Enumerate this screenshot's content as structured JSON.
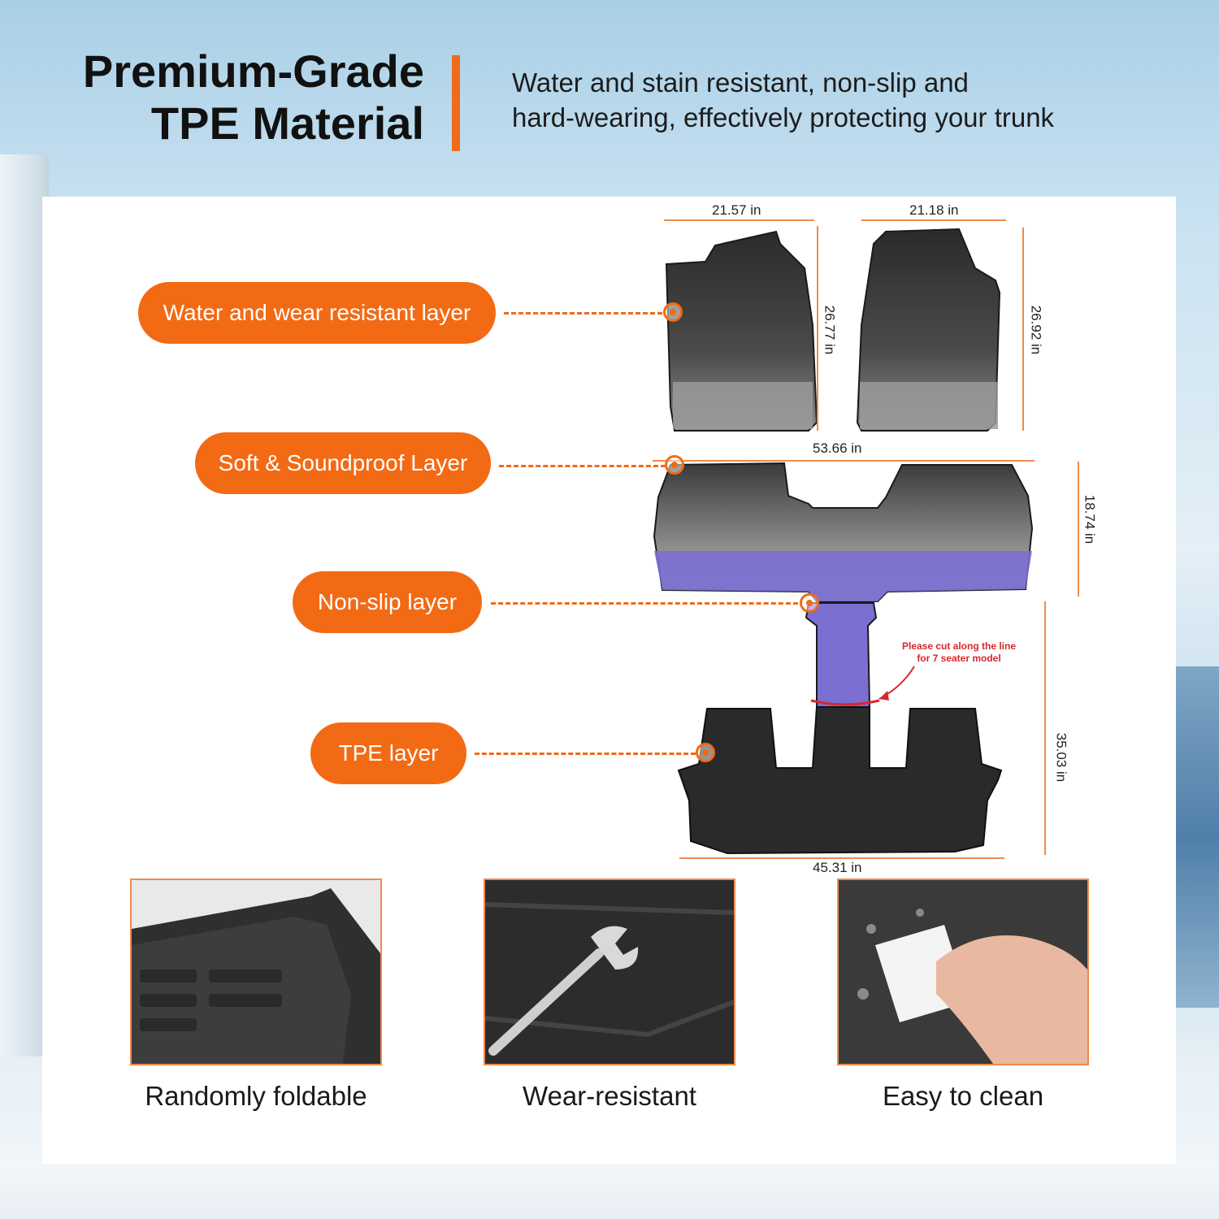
{
  "header": {
    "title_line1": "Premium-Grade",
    "title_line2": "TPE Material",
    "subtitle_line1": "Water and stain resistant, non-slip and",
    "subtitle_line2": "hard-wearing, effectively protecting your trunk"
  },
  "layers": {
    "water": "Water and wear resistant layer",
    "soft": "Soft & Soundproof Layer",
    "nonslip": "Non-slip layer",
    "tpe": "TPE layer"
  },
  "dimensions": {
    "driver_width": "21.57 in",
    "driver_length": "26.77 in",
    "passenger_width": "21.18 in",
    "passenger_length": "26.92 in",
    "row2_width": "53.66 in",
    "row2_length": "18.74 in",
    "row3_width": "45.31 in",
    "row3_length": "35.03 in"
  },
  "note": {
    "line1": "Please cut along the line",
    "line2": "for 7 seater model"
  },
  "features": [
    {
      "caption": "Randomly foldable"
    },
    {
      "caption": "Wear-resistant"
    },
    {
      "caption": "Easy to clean"
    }
  ],
  "colors": {
    "accent": "#f36a14",
    "note_red": "#d8262b",
    "layer_purple": "#7b6fd1"
  }
}
